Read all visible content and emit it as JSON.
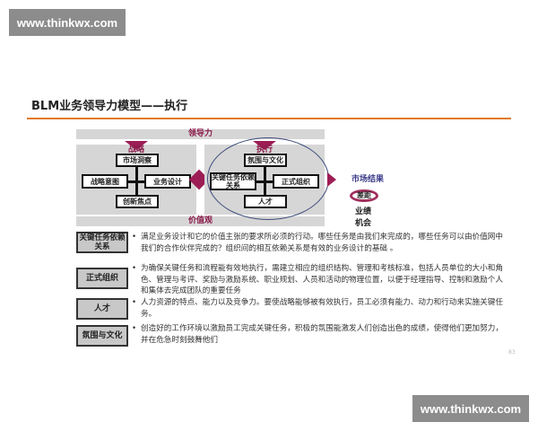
{
  "watermark": "www.thinkwx.com",
  "title": "BLM业务领导力模型——执行",
  "diagram": {
    "top_bar": "领导力",
    "bottom_bar": "价值观",
    "strategy": {
      "title": "战略",
      "boxes": [
        "市场洞察",
        "战略意图",
        "业务设计",
        "创新焦点"
      ]
    },
    "execution": {
      "title": "执行",
      "boxes": [
        "氛围与文化",
        "关键任务依赖关系",
        "正式组织",
        "人才"
      ]
    },
    "market_results": {
      "title": "市场结果",
      "items": [
        "差距",
        "业绩",
        "机会"
      ]
    },
    "colors": {
      "accent": "#9c1d54",
      "rule": "#e07a1e",
      "ellipse": "#3c4a7a"
    }
  },
  "rows": [
    {
      "label": "关键任务依赖关系",
      "text": "满足业务设计和它的价值主张的要求所必须的行动。哪些任务是由我们来完成的，哪些任务可以由价值网中我们的合作伙伴完成的？组织间的相互依赖关系是有效的业务设计的基础 。"
    },
    {
      "label": "正式组织",
      "text": "为确保关键任务和流程能有效地执行，需建立相应的组织结构、管理和考核标准，包括人员单位的大小和角色、管理与考评、奖励与激励系统、职业规划、人员和活动的物理位置，以便于经理指导、控制和激励个人和集体去完成团队的重要任务"
    },
    {
      "label": "人才",
      "text": "人力资源的特点、能力以及竞争力。要使战略能够被有效执行，员工必须有能力、动力和行动来实施关键任务。"
    },
    {
      "label": "氛围与文化",
      "text": "创造好的工作环境以激励员工完成关键任务，积极的氛围能激发人们创造出色的成绩，使得他们更加努力，并在危急时刻鼓舞他们"
    }
  ],
  "page_number": "83"
}
